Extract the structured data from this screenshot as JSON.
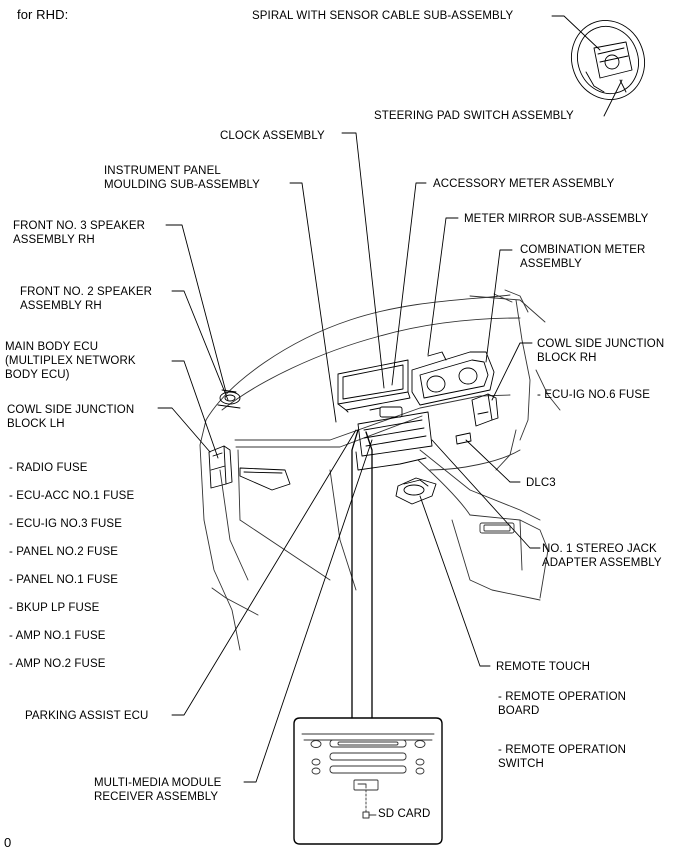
{
  "header": "for RHD:",
  "footer_code": "0",
  "labels": {
    "spiral": "SPIRAL WITH SENSOR CABLE SUB-ASSEMBLY",
    "steering_pad": "STEERING PAD SWITCH ASSEMBLY",
    "clock": "CLOCK ASSEMBLY",
    "ip_moulding_1": "INSTRUMENT PANEL",
    "ip_moulding_2": "MOULDING SUB-ASSEMBLY",
    "accessory_meter": "ACCESSORY METER ASSEMBLY",
    "front3_1": "FRONT NO. 3 SPEAKER",
    "front3_2": "ASSEMBLY RH",
    "meter_mirror": "METER MIRROR SUB-ASSEMBLY",
    "combo_1": "COMBINATION METER",
    "combo_2": "ASSEMBLY",
    "front2_1": "FRONT NO. 2 SPEAKER",
    "front2_2": "ASSEMBLY RH",
    "main_ecu_1": "MAIN BODY ECU",
    "main_ecu_2": "(MULTIPLEX NETWORK",
    "main_ecu_3": "BODY ECU)",
    "cowl_rh_1": "COWL SIDE JUNCTION",
    "cowl_rh_2": "BLOCK RH",
    "ecu_ig6": "- ECU-IG NO.6 FUSE",
    "cowl_lh_1": "COWL SIDE JUNCTION",
    "cowl_lh_2": "BLOCK LH",
    "dlc3": "DLC3",
    "stereo_1": "NO. 1 STEREO JACK",
    "stereo_2": "ADAPTER ASSEMBLY",
    "remote_touch": "REMOTE TOUCH",
    "remote_board_1": "- REMOTE OPERATION",
    "remote_board_2": "BOARD",
    "remote_switch_1": "- REMOTE OPERATION",
    "remote_switch_2": "SWITCH",
    "parking": "PARKING ASSIST ECU",
    "mm_1": "MULTI-MEDIA MODULE",
    "mm_2": "RECEIVER ASSEMBLY",
    "sd_card": "SD CARD"
  },
  "fuses": [
    "- RADIO FUSE",
    "- ECU-ACC NO.1 FUSE",
    "- ECU-IG NO.3 FUSE",
    "- PANEL NO.2 FUSE",
    "- PANEL NO.1 FUSE",
    "- BKUP LP FUSE",
    "- AMP NO.1 FUSE",
    "- AMP NO.2 FUSE"
  ]
}
